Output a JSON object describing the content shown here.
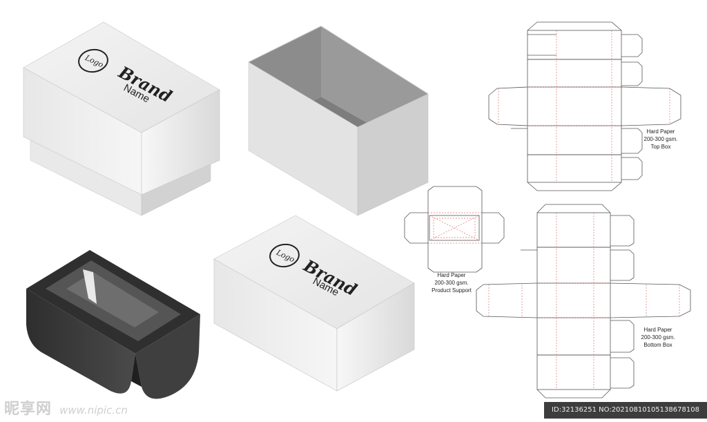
{
  "box_top": {
    "logo_text": "Logo",
    "brand_text": "Brand",
    "name_text": "Name"
  },
  "box_lid": {
    "logo_text": "Logo",
    "brand_text": "Brand",
    "name_text": "Name"
  },
  "dieline_top": {
    "line1": "Hard Paper",
    "line2": "200-300 gsm.",
    "line3": "Top Box"
  },
  "dieline_support": {
    "line1": "Hard Paper",
    "line2": "200-300 gsm.",
    "line3": "Product Support"
  },
  "dieline_bottom": {
    "line1": "Hard Paper",
    "line2": "200-300 gsm.",
    "line3": "Bottom Box"
  },
  "watermark": {
    "site": "昵享网",
    "url": "www.nipic.cn",
    "id_text": "ID:32136251 NO:20210810105138678108"
  },
  "colors": {
    "box_light": "#eeeeee",
    "box_shadow": "#d6d6d6",
    "interior": "#8a8a8a",
    "dark_insert": "#3a3a3a",
    "cut_line": "#555555",
    "fold_line": "#e07070"
  }
}
